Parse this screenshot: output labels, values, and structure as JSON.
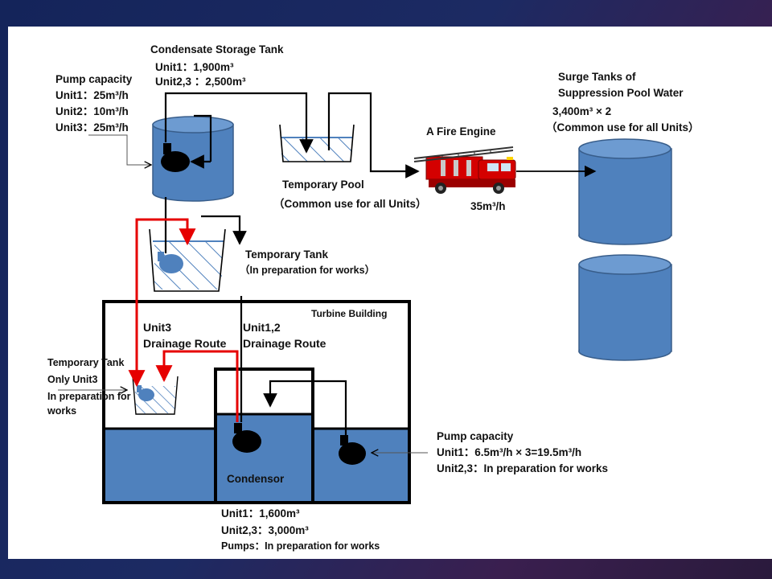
{
  "diagram": {
    "condensate_tank": {
      "title": "Condensate Storage Tank",
      "line1": "Unit1：1,900m³",
      "line2": "Unit2,3 ：2,500m³"
    },
    "pump_capacity_left": {
      "title": "Pump capacity",
      "line1": "Unit1：25m³/h",
      "line2": "Unit2：10m³/h",
      "line3": "Unit3：25m³/h"
    },
    "temporary_pool": {
      "title": "Temporary Pool",
      "note": "（Common use for all Units）"
    },
    "fire_engine": {
      "title": "A Fire Engine",
      "rate": "35m³/h"
    },
    "surge_tanks": {
      "title1": "Surge Tanks of",
      "title2": "Suppression Pool Water",
      "capacity": "3,400m³ × 2",
      "note": "（Common use for all Units）"
    },
    "temporary_tank": {
      "title": "Temporary Tank",
      "note": "（In preparation for works）"
    },
    "turbine_building": {
      "title": "Turbine Building"
    },
    "unit3_route": {
      "line1": "Unit3",
      "line2": "Drainage Route"
    },
    "unit12_route": {
      "line1": "Unit1,2",
      "line2": "Drainage Route"
    },
    "temp_tank_unit3": {
      "line1": "Temporary Tank",
      "line2": "Only Unit3",
      "line3": "In preparation for",
      "line4": "works"
    },
    "condensor": {
      "title": "Condensor",
      "line1": "Unit1：1,600m³",
      "line2": "Unit2,3：3,000m³",
      "line3": "Pumps：In preparation for works"
    },
    "pump_capacity_right": {
      "title": "Pump capacity",
      "line1": "Unit1：6.5m³/h × 3=19.5m³/h",
      "line2": "Unit2,3：In preparation for works"
    }
  },
  "colors": {
    "water": "#4f81bd",
    "water_stroke": "#385d8a",
    "drain_route": "#e60000",
    "line": "#000000",
    "fire_engine": "#d40000"
  }
}
